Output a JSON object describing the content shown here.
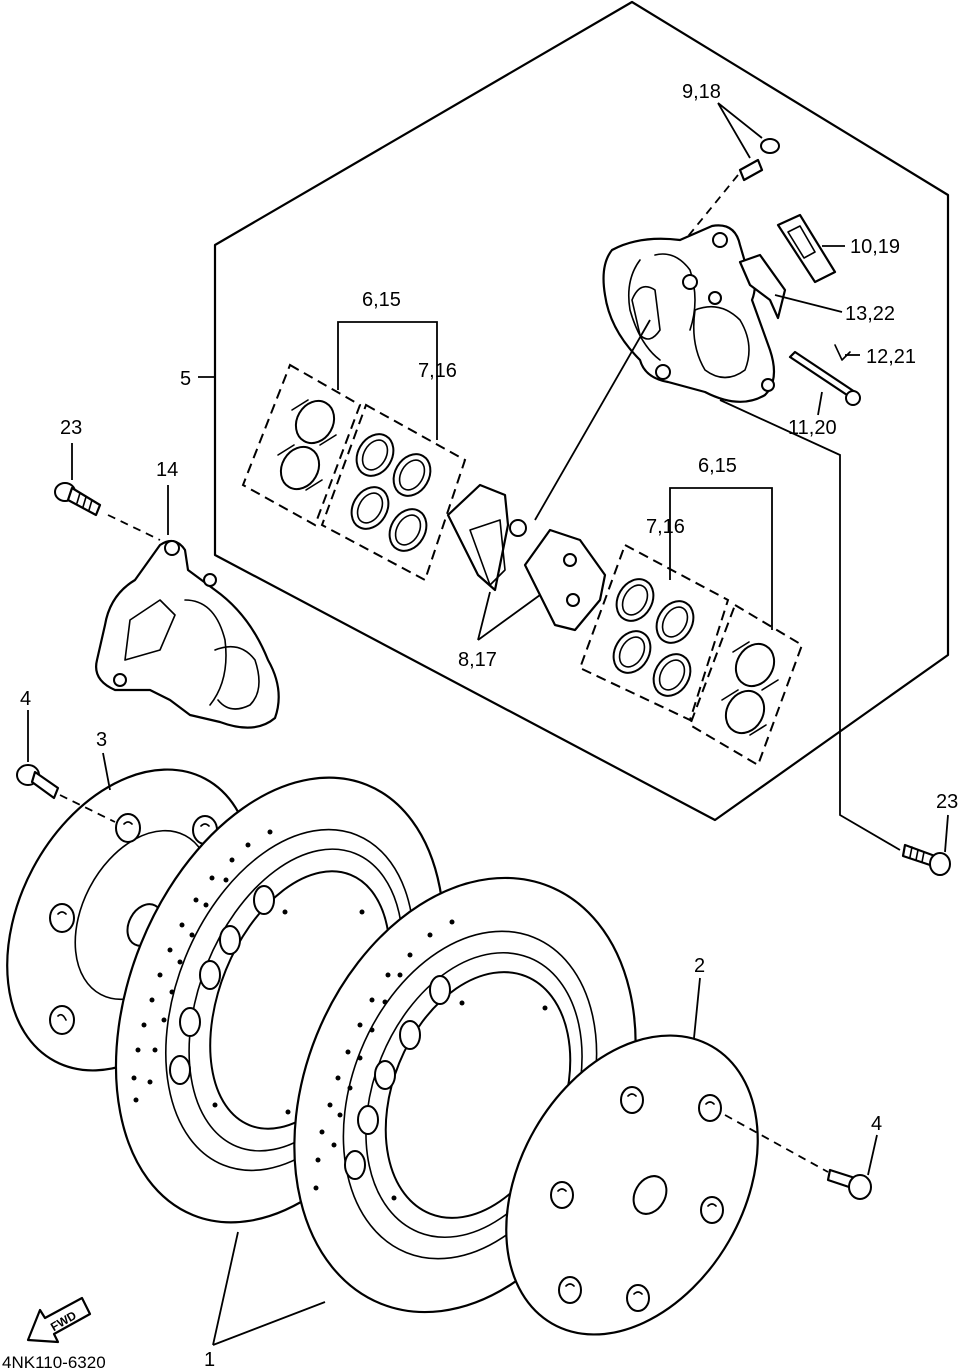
{
  "diagram": {
    "callouts": {
      "c_9_18": "9,18",
      "c_10_19": "10,19",
      "c_13_22": "13,22",
      "c_12_21": "12,21",
      "c_11_20": "11,20",
      "c_6_15_top": "6,15",
      "c_7_16_top": "7,16",
      "c_5": "5",
      "c_23_left": "23",
      "c_14": "14",
      "c_6_15_right": "6,15",
      "c_7_16_right": "7,16",
      "c_8_17": "8,17",
      "c_4_left": "4",
      "c_3": "3",
      "c_23_right": "23",
      "c_2": "2",
      "c_4_right": "4",
      "c_1": "1"
    },
    "fwd_label": "FWD",
    "drawing_code": "4NK110-6320"
  }
}
